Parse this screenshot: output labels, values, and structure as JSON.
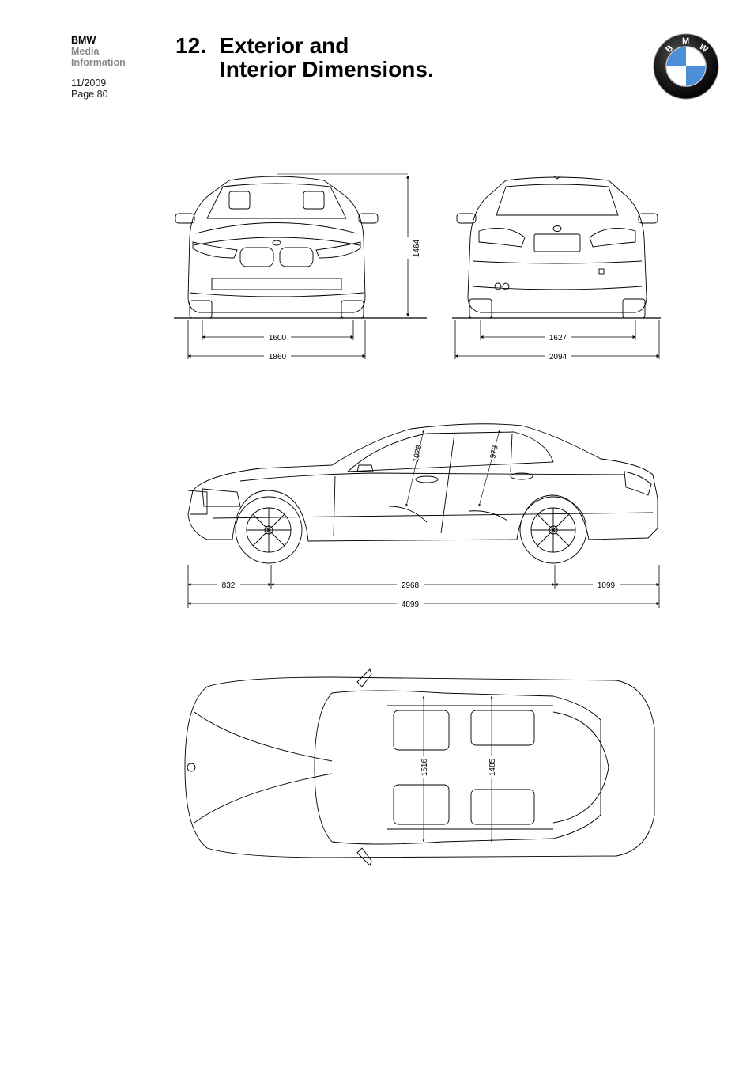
{
  "header": {
    "brand_line1": "BMW",
    "brand_line2": "Media",
    "brand_line3": "Information",
    "date": "11/2009",
    "page": "Page 80",
    "section_number": "12.",
    "title_line1": "Exterior and",
    "title_line2": "Interior Dimensions."
  },
  "logo": {
    "letters": [
      "B",
      "M",
      "W"
    ],
    "icon": "bmw-roundel-icon"
  },
  "dimensions": {
    "front_height": "1464",
    "front_track": "1600",
    "front_width": "1860",
    "rear_track": "1627",
    "rear_width_mirrors": "2094",
    "front_headroom": "1028",
    "rear_headroom": "973",
    "front_overhang": "832",
    "wheelbase": "2968",
    "rear_overhang": "1099",
    "overall_length": "4899",
    "front_shoulder": "1516",
    "rear_shoulder": "1485"
  },
  "colors": {
    "logo_blue": "#1c69d4",
    "logo_ring": "#1a1a1a",
    "line": "#000000"
  }
}
